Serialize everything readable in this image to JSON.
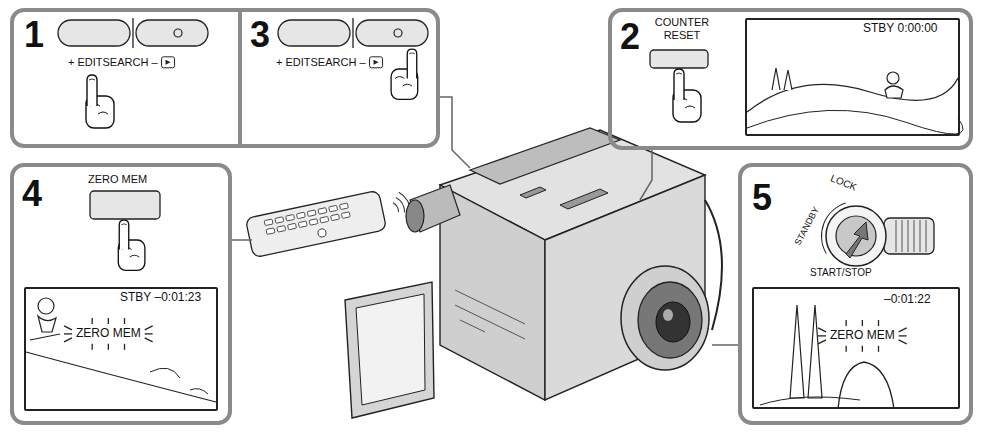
{
  "diagram": {
    "nodes": [
      {
        "text": [
          "1",
          "+ EDITSEARCH –"
        ]
      },
      {
        "text": [
          "3",
          "+ EDITSEARCH –"
        ]
      },
      {
        "text": [
          "2",
          "COUNTER RESET"
        ]
      },
      {
        "text": [
          "STBY 0:00:00"
        ],
        "in": 2
      },
      {
        "text": [
          "4",
          "ZERO MEM"
        ]
      },
      {
        "text": [
          "STBY –0:01:23",
          "ZERO MEM"
        ],
        "in": 4
      },
      {
        "text": [
          "5",
          "LOCK",
          "STANDBY",
          "START/STOP"
        ]
      },
      {
        "text": [
          "–0:01:22",
          "ZERO MEM"
        ],
        "in": 6
      }
    ]
  }
}
